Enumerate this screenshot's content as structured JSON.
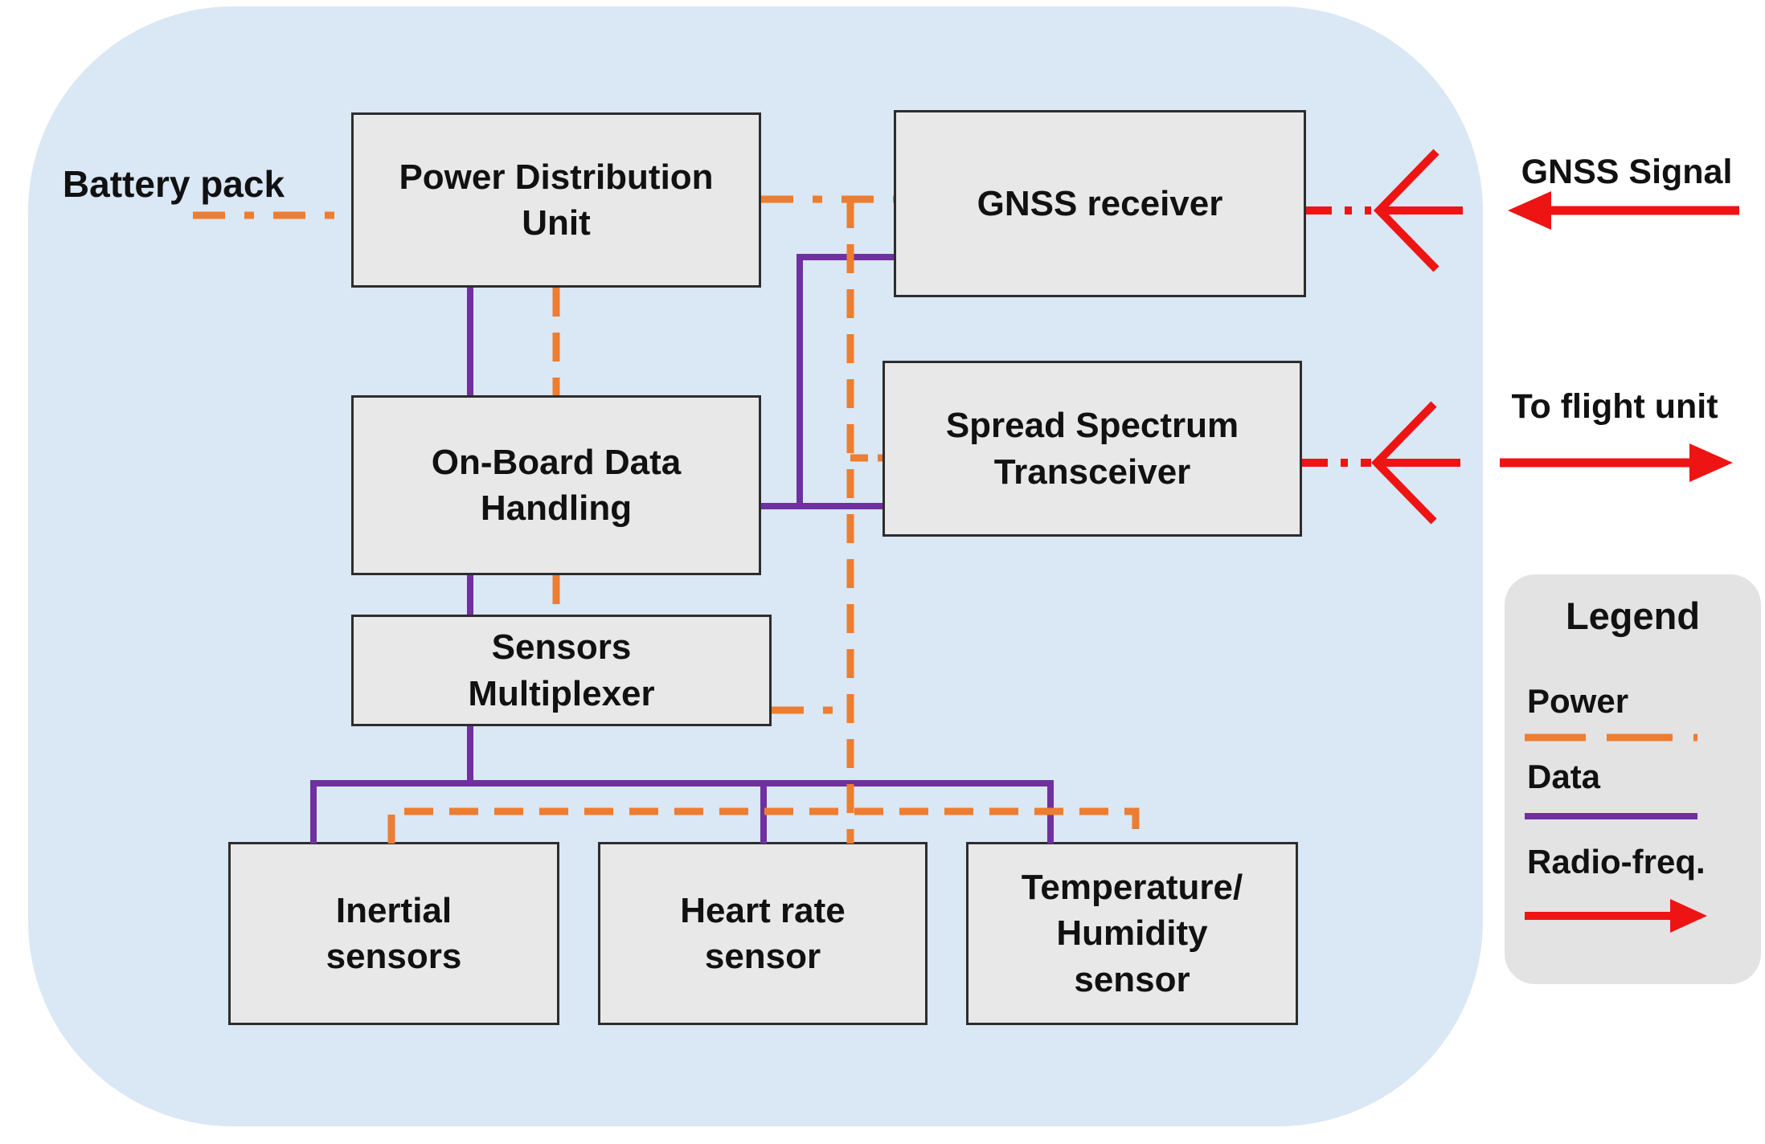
{
  "diagram": {
    "boxes": {
      "power_distribution_unit": {
        "label": "Power Distribution Unit"
      },
      "gnss_receiver": {
        "label": "GNSS receiver"
      },
      "onboard_data_handling": {
        "label": "On-Board Data Handling"
      },
      "spread_spectrum_transceiver": {
        "label": "Spread Spectrum Transceiver"
      },
      "sensors_multiplexer": {
        "label": "Sensors Multiplexer"
      },
      "inertial_sensors": {
        "label": "Inertial sensors"
      },
      "heart_rate_sensor": {
        "label": "Heart rate sensor"
      },
      "temperature_humidity_sensor": {
        "label": "Temperature/ Humidity sensor"
      }
    },
    "external_labels": {
      "battery_pack": "Battery pack",
      "gnss_signal": "GNSS Signal",
      "to_flight_unit": "To flight unit"
    },
    "legend": {
      "title": "Legend",
      "items": [
        {
          "label": "Power",
          "style": "dashed-orange"
        },
        {
          "label": "Data",
          "style": "solid-purple"
        },
        {
          "label": "Radio-freq.",
          "style": "red-arrow"
        }
      ]
    },
    "colors": {
      "power": "#ED7D31",
      "data": "#7030A0",
      "radio": "#EE1414",
      "canvas_bg": "#DAE7F5",
      "box_fill": "#E8E8E8",
      "box_border": "#2D2D2D",
      "legend_bg": "#E3E3E3",
      "text": "#111111"
    }
  }
}
